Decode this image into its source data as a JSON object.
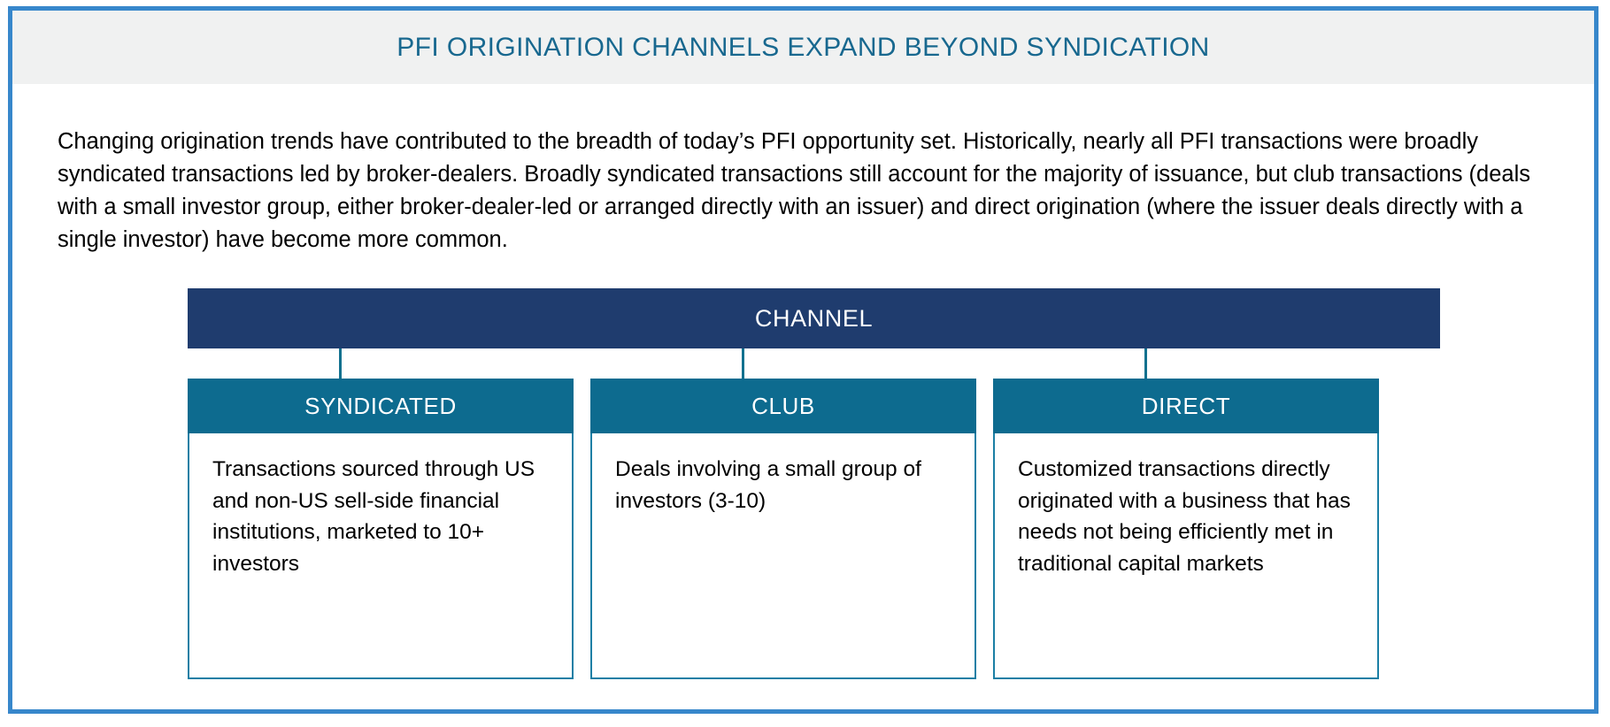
{
  "exhibit": {
    "title": "PFI ORIGINATION CHANNELS EXPAND BEYOND SYNDICATION",
    "intro": "Changing origination trends have contributed to the breadth of today’s PFI opportunity set. Historically, nearly all PFI transactions were broadly syndicated transactions led by broker-dealers. Broadly syndicated transactions still account for the majority of issuance, but club transactions (deals with a small investor group, either broker-dealer-led or arranged directly with an issuer) and direct origination (where the issuer deals directly with a single investor) have become more common."
  },
  "diagram": {
    "root_label": "CHANNEL",
    "columns": [
      {
        "header": "SYNDICATED",
        "body": "Transactions sourced through US and non-US sell-side financial institutions, marketed to 10+ investors"
      },
      {
        "header": "CLUB",
        "body": "Deals involving a small group of investors (3-10)"
      },
      {
        "header": "DIRECT",
        "body": "Customized transactions directly originated with a business that has needs not being efficiently met in traditional capital markets"
      }
    ]
  },
  "colors": {
    "frame_border": "#3787cb",
    "title_band": "#f0f1f1",
    "title_text": "#18688f",
    "root_bar": "#1f3c6e",
    "column_header": "#0d6b8f",
    "column_border": "#1b7fa5",
    "connector": "#11718f"
  }
}
